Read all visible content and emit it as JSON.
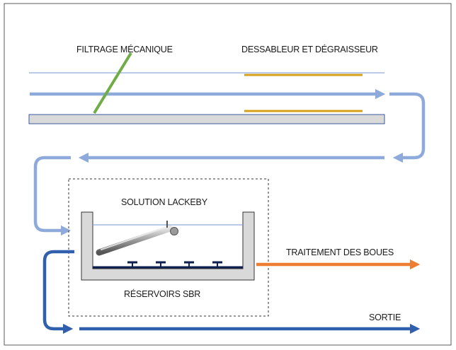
{
  "labels": {
    "mechanical_filtering": "FILTRAGE MÉCANIQUE",
    "grit_grease_removal": "DESSABLEUR ET DÉGRAISSEUR",
    "lackeby_solution": "SOLUTION LACKEBY",
    "sbr_tanks": "RÉSERVOIRS SBR",
    "sludge_treatment": "TRAITEMENT DES BOUES",
    "outlet": "SORTIE"
  },
  "colors": {
    "flow_light": "#8eaadb",
    "flow_dark": "#2f5fad",
    "sludge_flow": "#ed7d31",
    "filter": "#70ad47",
    "grease_trap": "#d4a017",
    "channel_fill": "#d9d9d9",
    "tank_fill": "#d9d9d9",
    "diffuser_bar": "#0d1f4d"
  }
}
